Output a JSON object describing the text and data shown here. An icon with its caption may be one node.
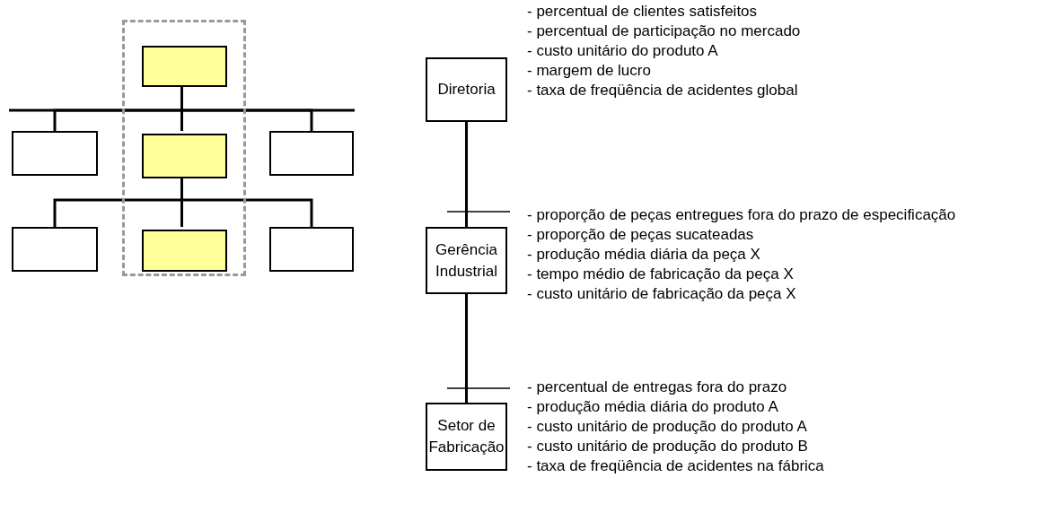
{
  "diagram": {
    "nodes": [
      {
        "text": [],
        "shape": "box"
      },
      {
        "text": [],
        "shape": "box",
        "in": 0
      },
      {
        "text": [],
        "shape": "box"
      },
      {
        "text": [],
        "shape": "box",
        "in": 0
      },
      {
        "text": [],
        "shape": "box"
      },
      {
        "text": [],
        "shape": "box"
      },
      {
        "text": [],
        "shape": "box",
        "in": 0
      },
      {
        "text": [],
        "shape": "box"
      },
      {
        "text": [
          "Diretoria"
        ],
        "beside": [
          "- percentual de clientes satisfeitos",
          "- percentual de participação no mercado",
          "- custo unitário do produto A",
          "- margem de lucro",
          "- taxa de freqüência de acidentes global"
        ]
      },
      {
        "text": [
          "Gerência Industrial"
        ],
        "beside": [
          "- proporção de peças entregues fora do prazo de especificação",
          "- proporção de peças sucateadas",
          "- produção média diária da peça X",
          "- tempo médio de fabricação da peça X",
          "- custo unitário de fabricação da peça X"
        ]
      },
      {
        "text": [
          "Setor de Fabricação"
        ],
        "beside": [
          "- percentual de entregas fora do prazo",
          "- produção média diária do produto A",
          "- custo unitário de produção do produto A",
          "- custo unitário de produção do produto B",
          "- taxa de freqüência de acidentes na fábrica"
        ]
      }
    ],
    "edges": [
      {
        "from": 1,
        "to": 2,
        "arrow": "none"
      },
      {
        "from": 1,
        "to": 3,
        "arrow": "none"
      },
      {
        "from": 1,
        "to": 4,
        "arrow": "none"
      },
      {
        "from": 3,
        "to": 5,
        "arrow": "none"
      },
      {
        "from": 3,
        "to": 6,
        "arrow": "none"
      },
      {
        "from": 3,
        "to": 7,
        "arrow": "none"
      },
      {
        "from": 8,
        "to": 9,
        "arrow": "none"
      },
      {
        "from": 9,
        "to": 10,
        "arrow": "none"
      }
    ]
  }
}
